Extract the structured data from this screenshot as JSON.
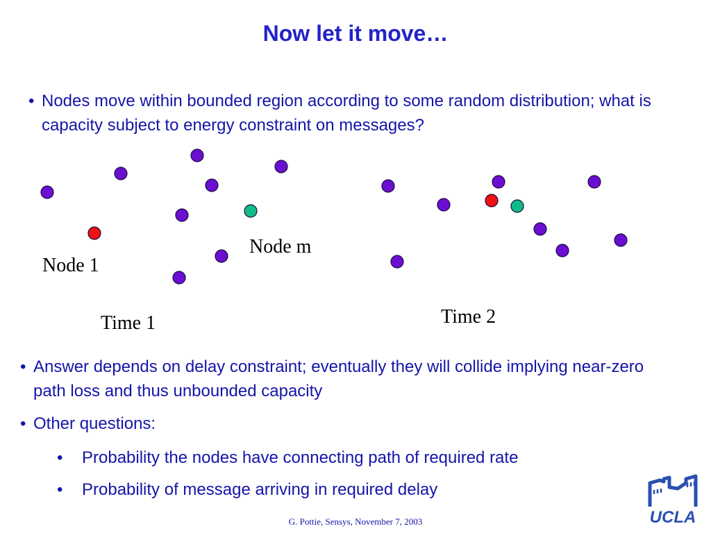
{
  "title": "Now let it move…",
  "bullets": [
    {
      "marker": "•",
      "text": "Nodes move within bounded region according to some random distribution; what is capacity subject to energy constraint on messages?"
    },
    {
      "marker": "•",
      "text": "Answer depends on delay constraint; eventually they will collide implying near-zero path loss and thus unbounded capacity"
    },
    {
      "marker": "•",
      "text": "Other questions:"
    },
    {
      "marker": "•",
      "text": "Probability the nodes have connecting path of required rate"
    },
    {
      "marker": "•",
      "text": "Probability of message arriving in required delay"
    }
  ],
  "diagram": {
    "labels": {
      "node1": "Node 1",
      "nodem": "Node m",
      "time1": "Time 1",
      "time2": "Time 2"
    },
    "colors": {
      "other": "#6a0fd0",
      "node1": "#ee1111",
      "nodem": "#11bb88",
      "outline": "#1a0a40"
    }
  },
  "footer": "G. Pottie, Sensys, November 7, 2003",
  "logo": {
    "text": "UCLA",
    "icon": "ucla-logo"
  }
}
